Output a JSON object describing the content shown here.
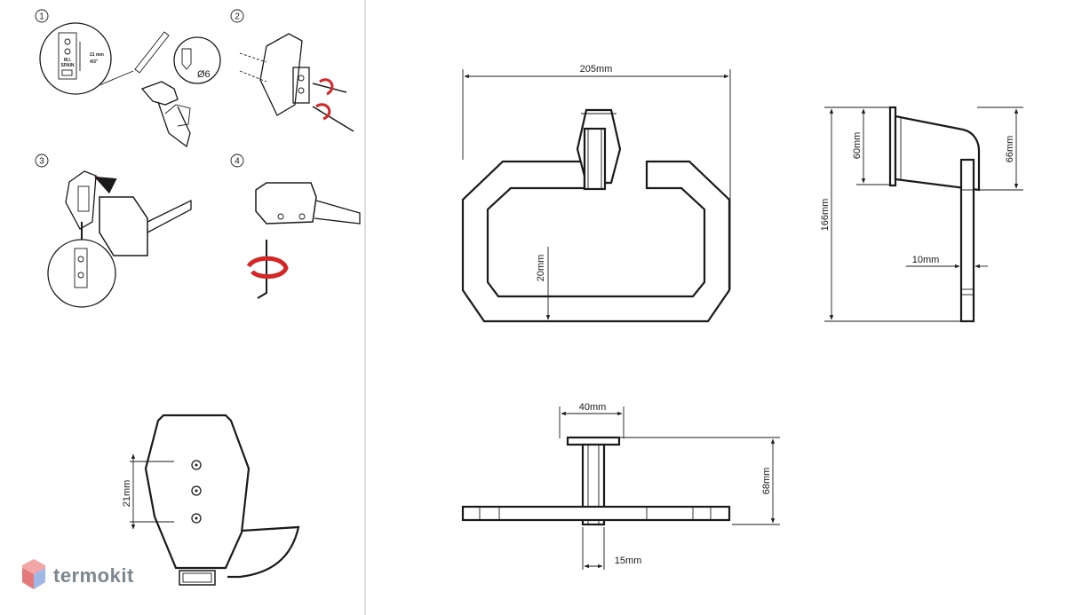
{
  "steps": [
    "1",
    "2",
    "3",
    "4"
  ],
  "step1": {
    "distance_label": "21 mm",
    "fraction_label": "4/3\"",
    "mark_top": "M.I.",
    "mark_bottom": "SPAIN",
    "drill_label": "Ø6"
  },
  "front_view": {
    "width_label": "205mm",
    "bar_label": "20mm"
  },
  "side_view": {
    "height_label": "166mm",
    "upper_label": "60mm",
    "depth_label": "66mm",
    "bar_label": "10mm"
  },
  "top_view": {
    "plate_label": "40mm",
    "projection_label": "68mm",
    "post_label": "15mm"
  },
  "plate_detail": {
    "hole_spacing_label": "21mm"
  },
  "watermark": {
    "brand": "termokit"
  }
}
